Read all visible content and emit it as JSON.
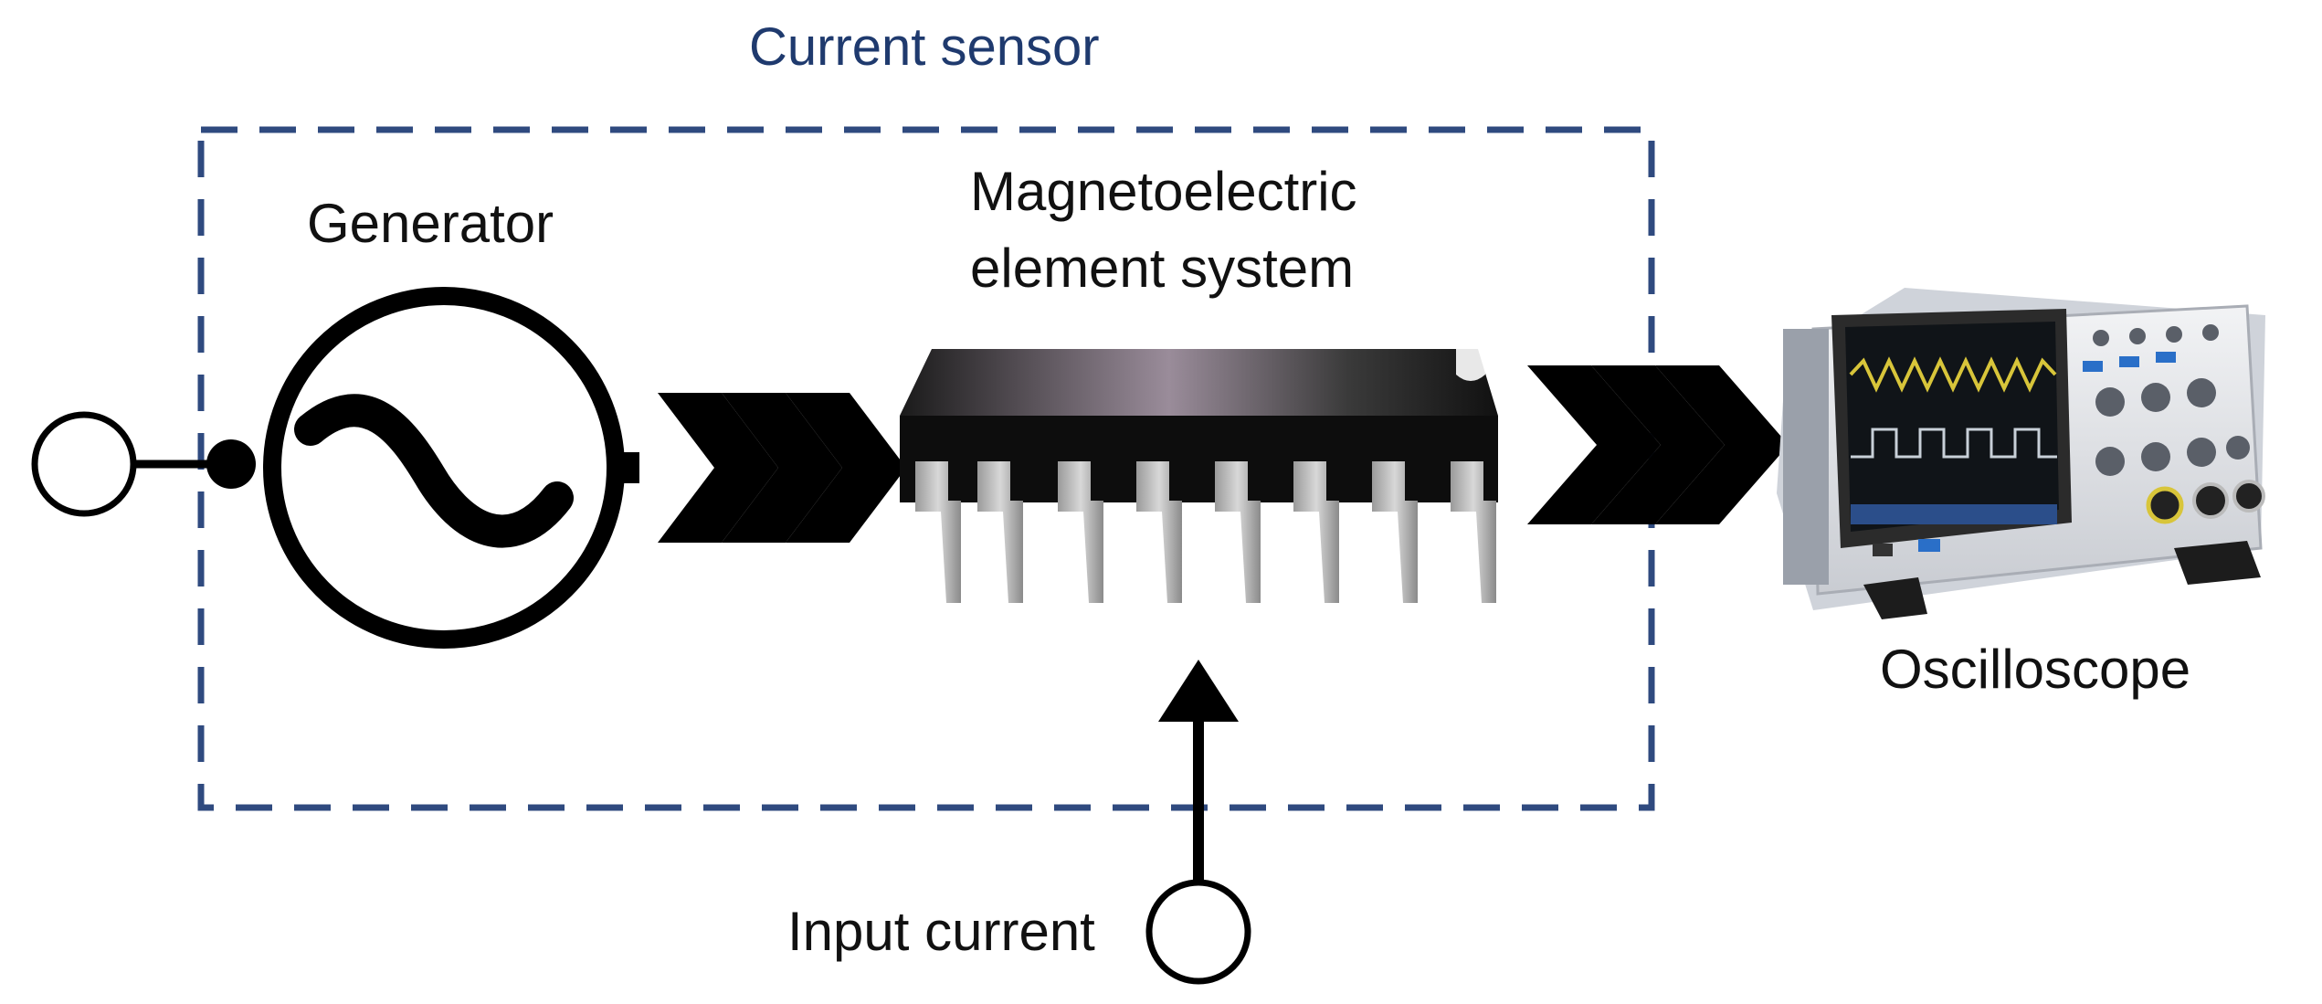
{
  "diagram": {
    "title": "Current sensor",
    "generator_label": "Generator",
    "me_label_line1": "Magnetoelectric",
    "me_label_line2": "element system",
    "oscilloscope_label": "Oscilloscope",
    "input_label": "Input current",
    "sensor_box_color": "#2f4a7f",
    "title_color": "#1f3a6e"
  }
}
